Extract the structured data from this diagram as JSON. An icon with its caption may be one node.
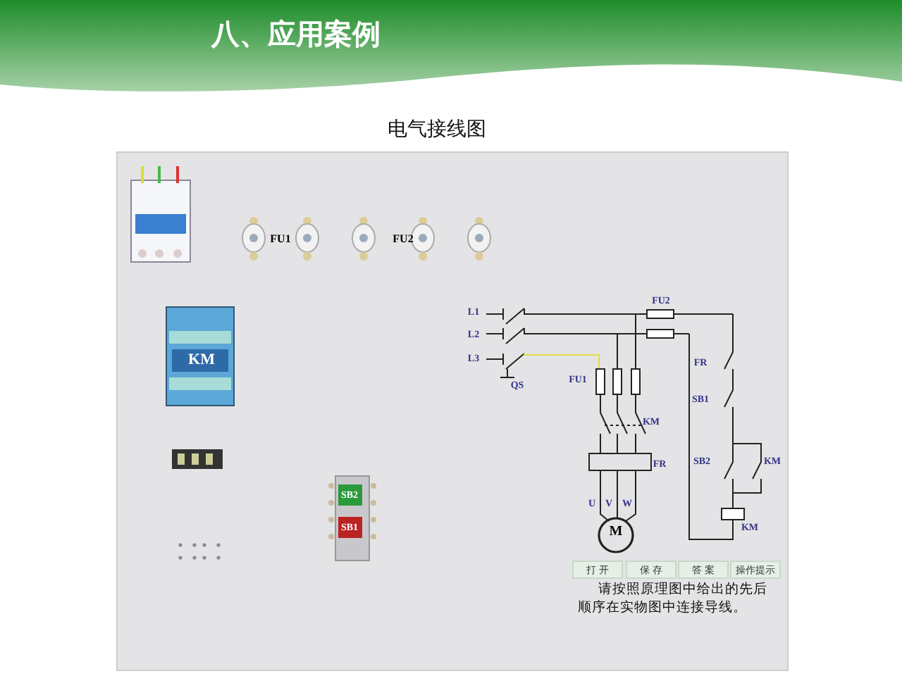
{
  "diagram": {
    "title": "八、应用案例",
    "labels": [
      "电气接线图",
      "FU1",
      "FU2",
      "KM",
      "L1",
      "L2",
      "L3",
      "QS",
      "FU2",
      "FR",
      "FU1",
      "SB1",
      "KM",
      "FR",
      "SB2",
      "KM",
      "U",
      "V",
      "W",
      "M",
      "KM",
      "SB2",
      "SB1",
      "打 开",
      "保 存",
      "答 案",
      "操作提示",
      "请按照原理图中给出的先后顺序在实物图中连接导线。"
    ]
  }
}
